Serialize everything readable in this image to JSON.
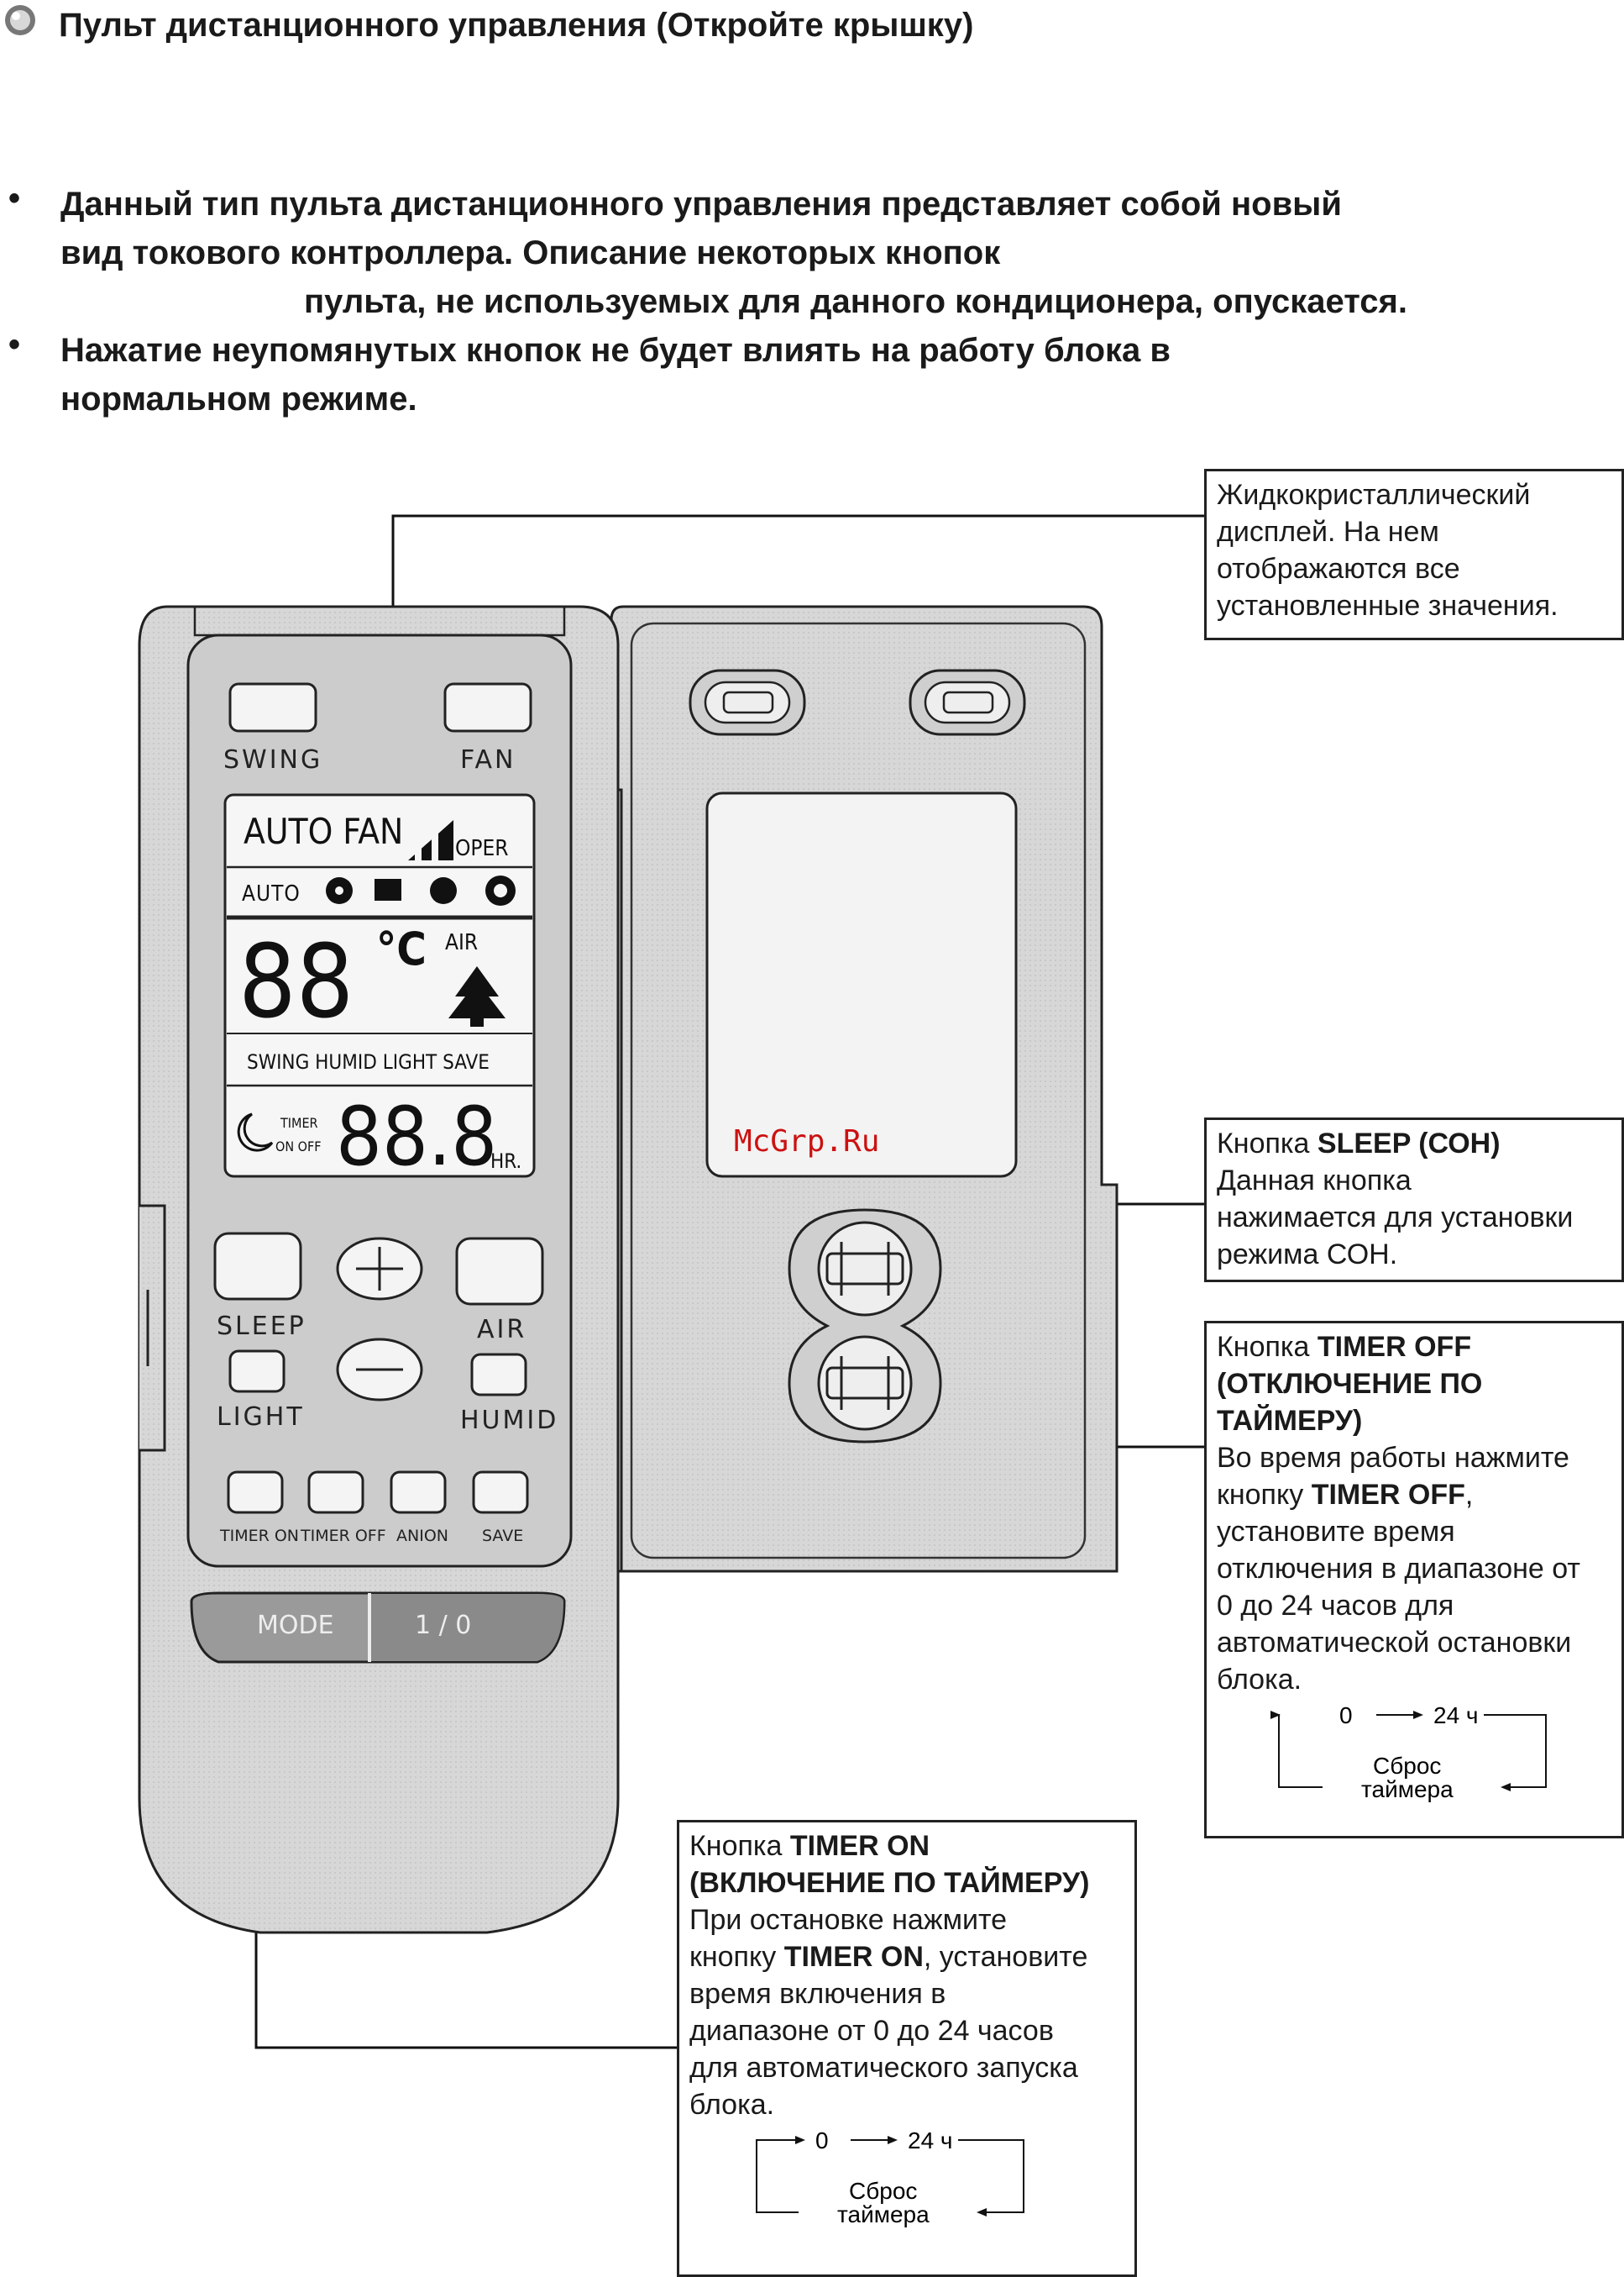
{
  "page": {
    "title": "Пульт дистанционного управления  (Откройте крышку)",
    "bullets": [
      {
        "lines": [
          "Данный тип пульта дистанционного управления представляет собой новый",
          "вид токового контроллера. Описание некоторых кнопок",
          "пульта, не  используемых для данного кондиционера, опускается."
        ]
      },
      {
        "lines": [
          "Нажатие неупомянутых кнопок не будет влиять на работу блока в",
          "нормальном режиме."
        ]
      }
    ]
  },
  "remote": {
    "buttons": {
      "swing": "SWING",
      "fan": "FAN",
      "sleep": "SLEEP",
      "air": "AIR",
      "light": "LIGHT",
      "humid": "HUMID",
      "timer_on": "TIMER ON",
      "timer_off": "TIMER OFF",
      "anion": "ANION",
      "save": "SAVE",
      "mode": "MODE",
      "power": "1 / 0"
    },
    "display": {
      "auto_fan": "AUTO FAN",
      "oper": "OPER",
      "auto": "AUTO",
      "temp_digits": "88",
      "temp_unit": "°C",
      "air": "AIR",
      "swing_row": "SWING  HUMID LIGHT  SAVE",
      "timer": "TIMER",
      "on_off": "ON OFF",
      "time_digits": "88.8",
      "hr": "HR."
    },
    "watermark": "McGrp.Ru"
  },
  "callouts": {
    "lcd": {
      "lines": [
        "Жидкокристаллический",
        "дисплей. На нем",
        "отображаются все",
        "установленные значения."
      ]
    },
    "sleep": {
      "prefix": "Кнопка ",
      "name": "SLEEP (СОН)",
      "lines": [
        "Данная кнопка",
        "нажимается для установки",
        "режима СОН."
      ]
    },
    "timer_off": {
      "prefix": "Кнопка ",
      "name": "TIMER OFF",
      "bold_lines": [
        "(ОТКЛЮЧЕНИЕ  ПО",
        "ТАЙМЕРУ)"
      ],
      "line1": "Во время работы нажмите",
      "line2_prefix": "кнопку ",
      "line2_bold": "TIMER OFF",
      "line2_suffix": ",",
      "lines": [
        "установите время",
        "отключения в диапазоне от",
        "0 до 24 часов для",
        "автоматической остановки",
        "блока."
      ],
      "cycle": {
        "start": "0",
        "end": "24 ч",
        "reset_1": "Сброс",
        "reset_2": "таймера"
      }
    },
    "timer_on": {
      "prefix": "Кнопка ",
      "name": "TIMER ON",
      "bold_lines": [
        "(ВКЛЮЧЕНИЕ ПО ТАЙМЕРУ)"
      ],
      "line1": "При остановке нажмите",
      "line2_prefix": "кнопку ",
      "line2_bold": "TIMER ON",
      "line2_suffix": ", установите",
      "lines": [
        "время включения в",
        "диапазоне от 0 до 24 часов",
        "для автоматического запуска",
        "блока."
      ],
      "cycle": {
        "start": "0",
        "end": "24 ч",
        "reset_1": "Сброс",
        "reset_2": "таймера"
      }
    }
  }
}
